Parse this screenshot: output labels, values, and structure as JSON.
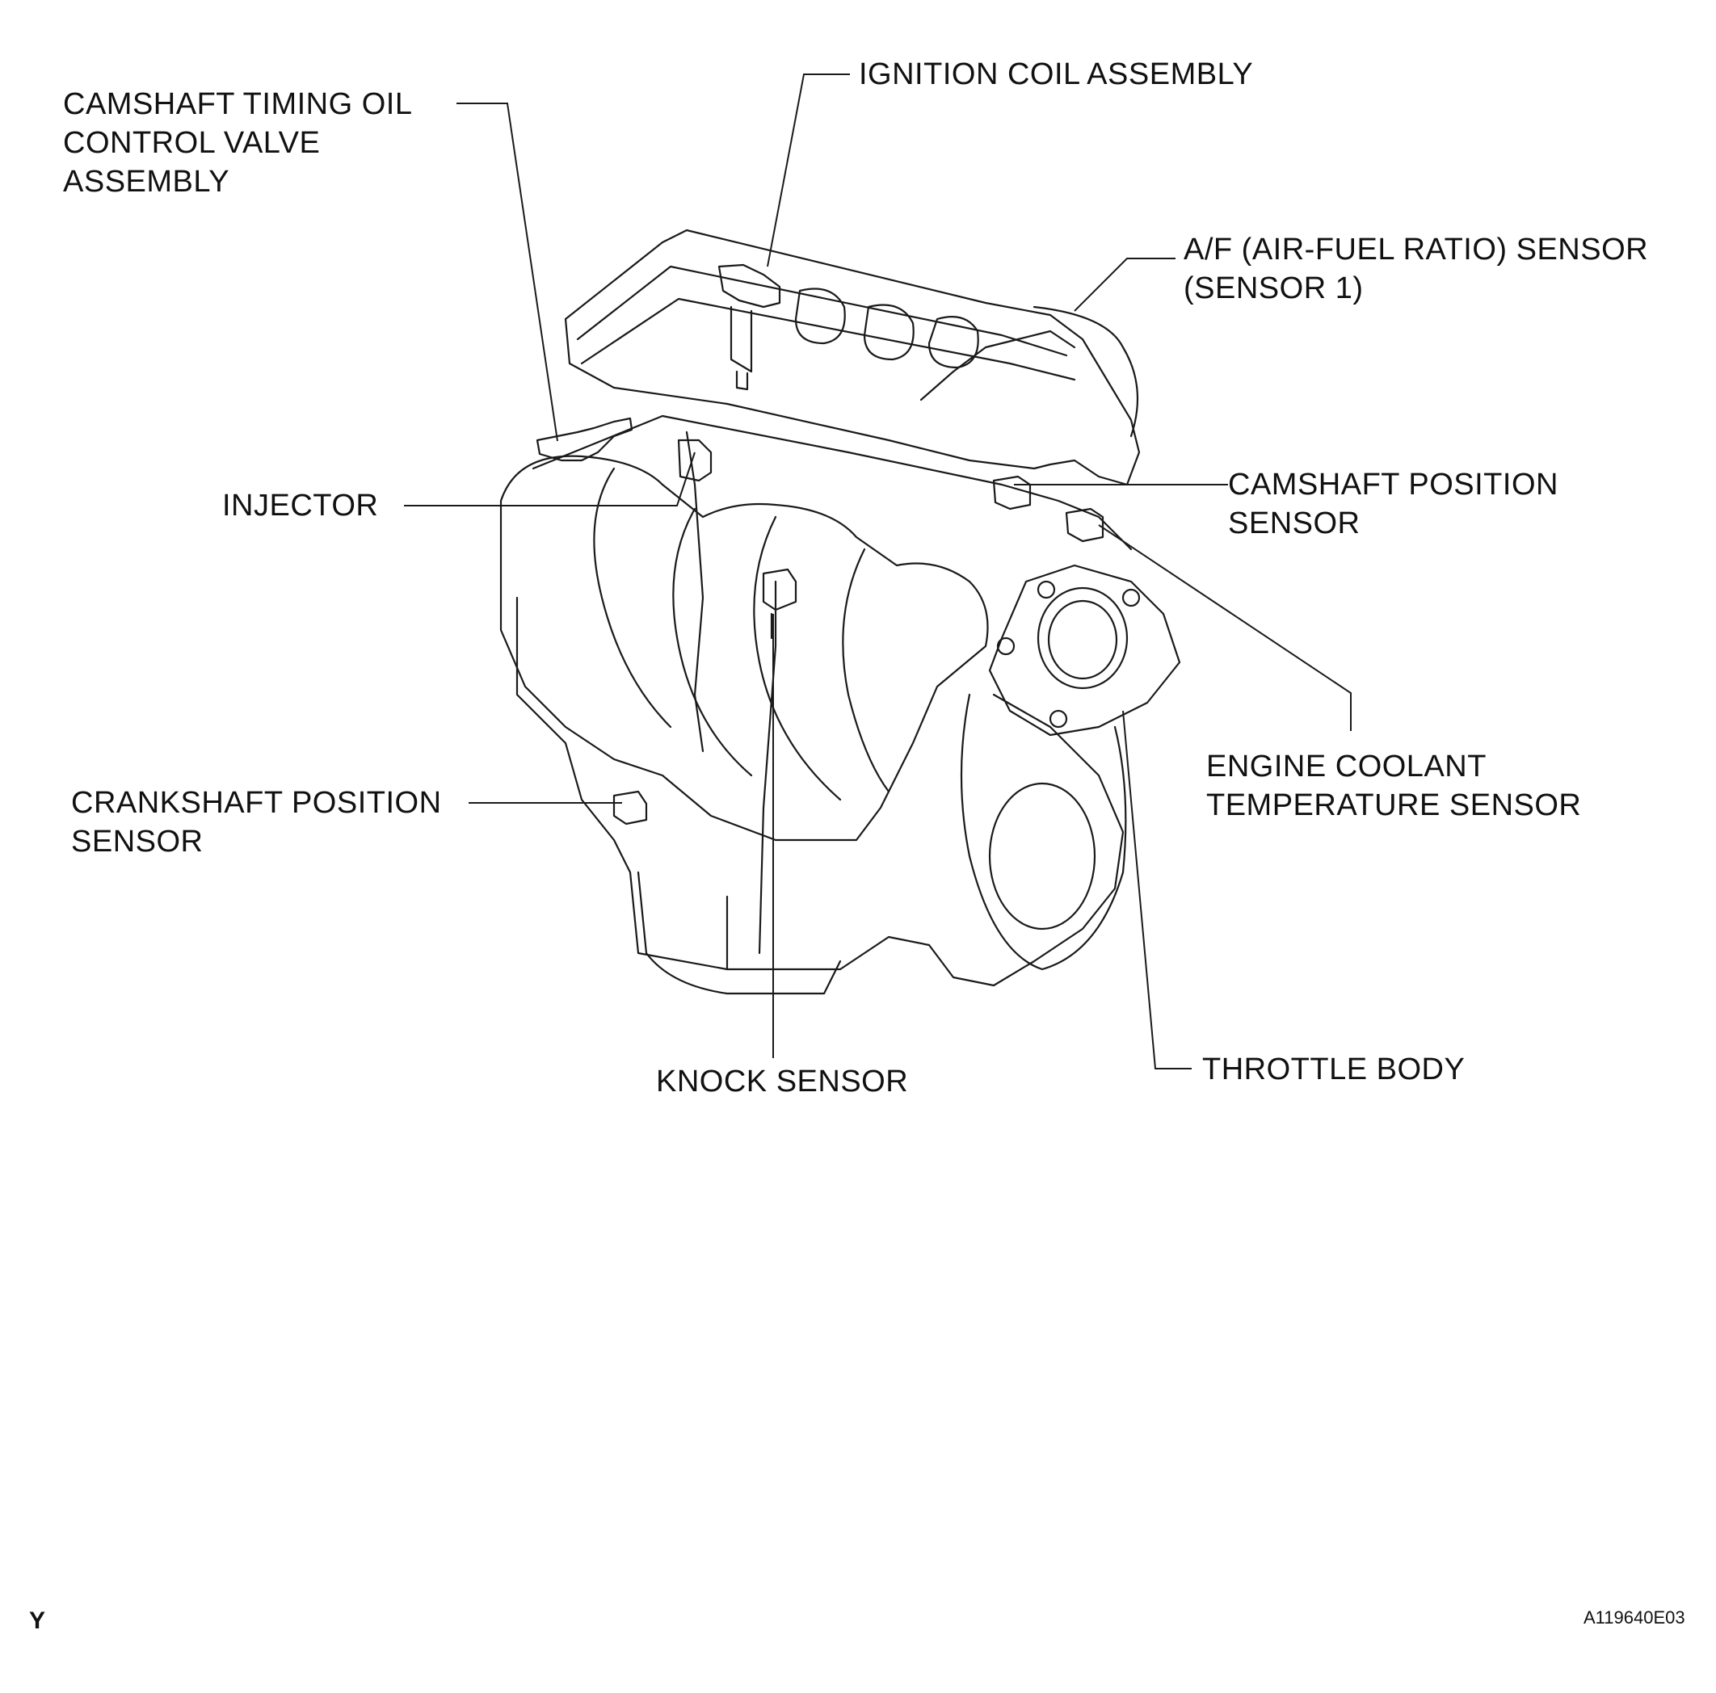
{
  "labels": {
    "camshaft_timing_valve": [
      "CAMSHAFT TIMING OIL",
      "CONTROL VALVE",
      "ASSEMBLY"
    ],
    "ignition_coil": [
      "IGNITION COIL ASSEMBLY"
    ],
    "af_sensor": [
      "A/F (AIR-FUEL RATIO) SENSOR",
      "(SENSOR 1)"
    ],
    "injector": [
      "INJECTOR"
    ],
    "camshaft_position": [
      "CAMSHAFT POSITION",
      "SENSOR"
    ],
    "engine_coolant": [
      "ENGINE COOLANT",
      "TEMPERATURE SENSOR"
    ],
    "crankshaft_position": [
      "CRANKSHAFT POSITION",
      "SENSOR"
    ],
    "knock_sensor": [
      "KNOCK SENSOR"
    ],
    "throttle_body": [
      "THROTTLE BODY"
    ]
  },
  "footer": {
    "left_mark": "Y",
    "figure_code": "A119640E03"
  },
  "colors": {
    "line": "#1a1a1a",
    "background": "#ffffff"
  }
}
